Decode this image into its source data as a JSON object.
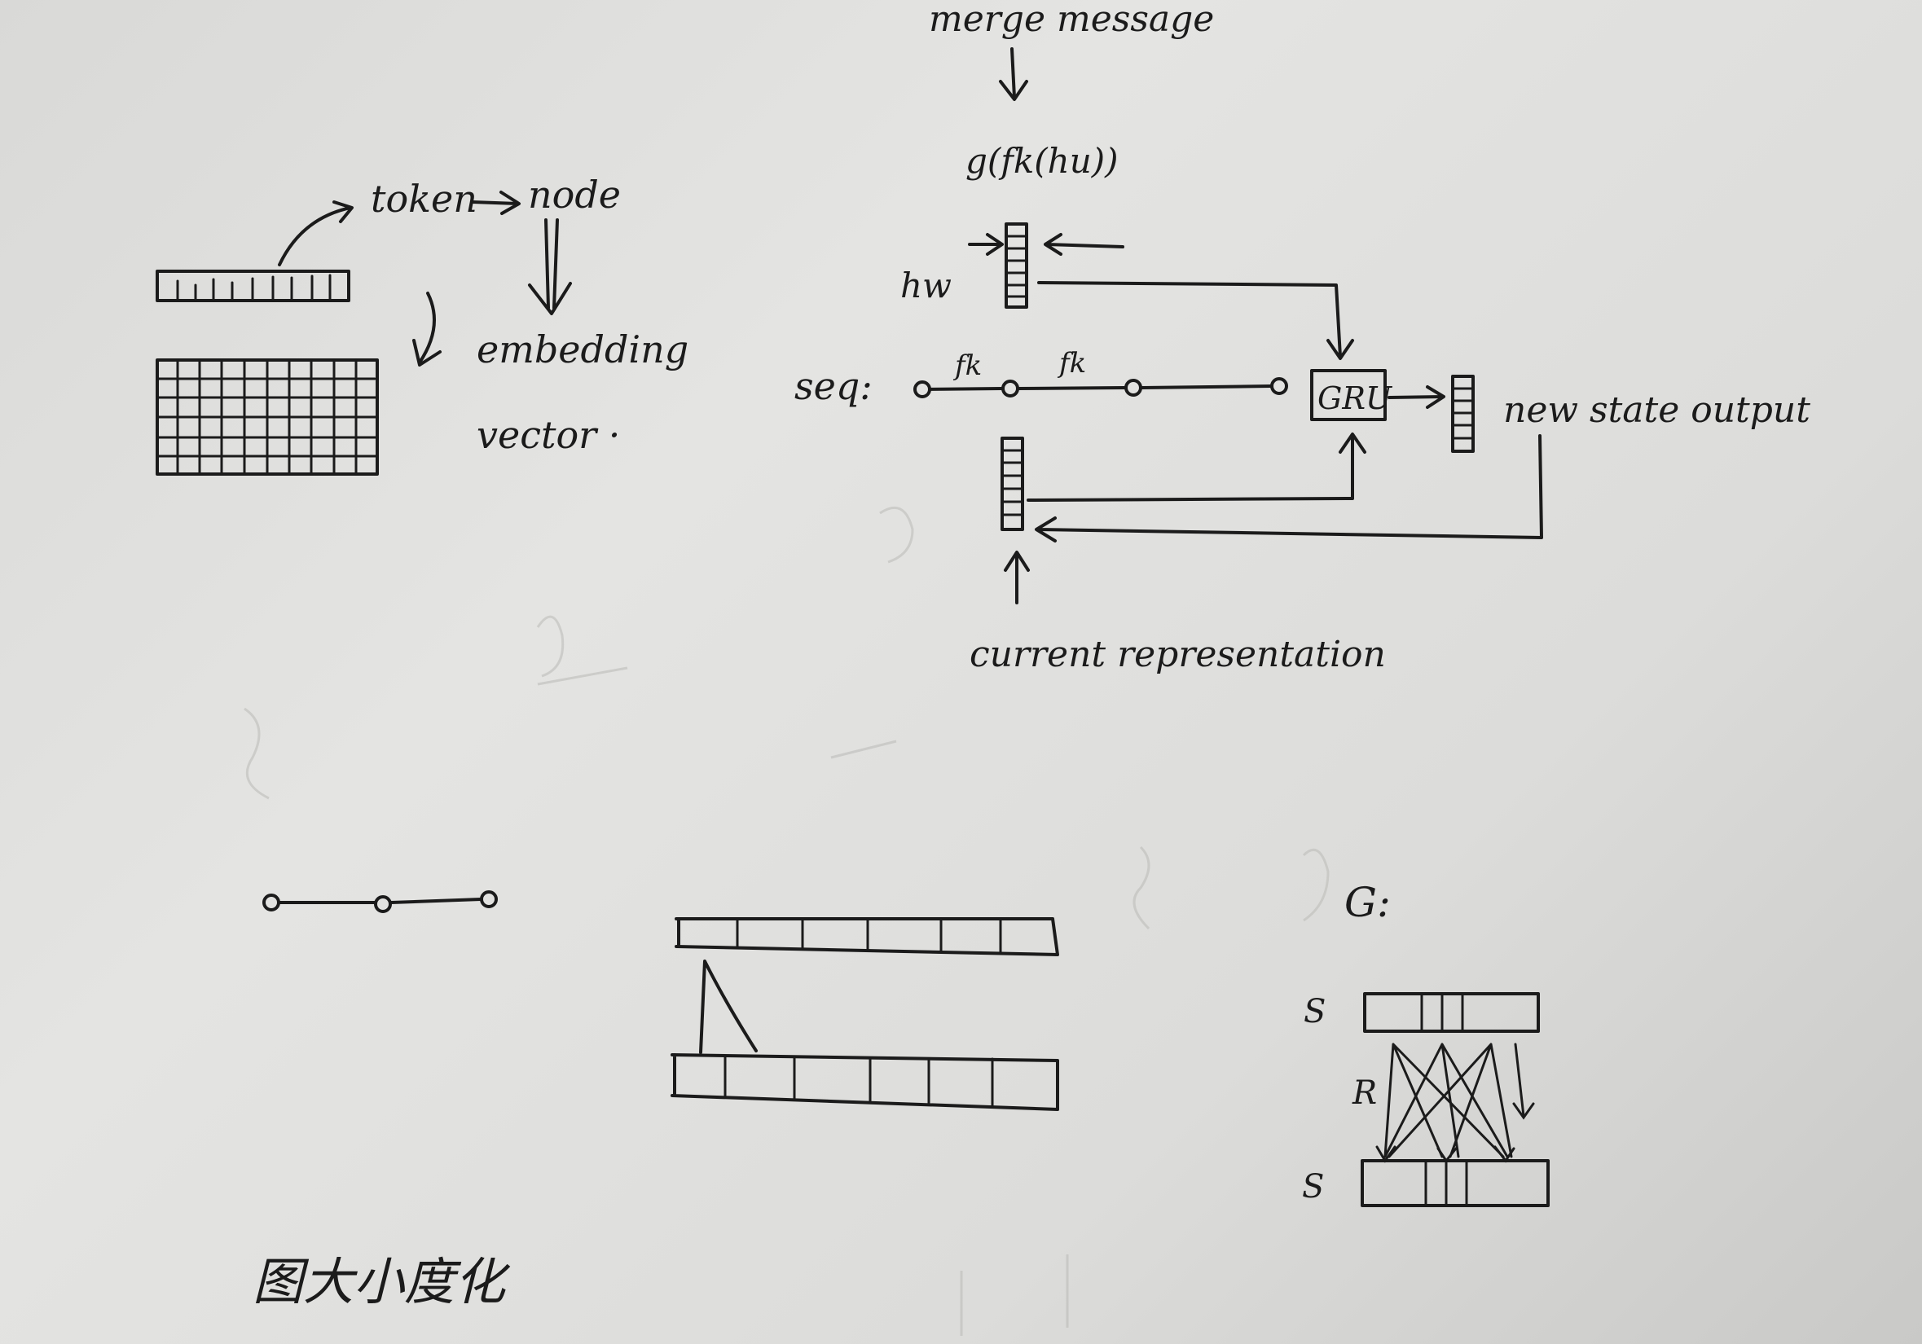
{
  "top_left": {
    "token_label": "token",
    "node_label": "node",
    "embedding_label": "embedding",
    "vector_label": "vector ·"
  },
  "top_right": {
    "merge_label": "merge message",
    "gfunc_label": "g(fk(hu))",
    "hw_label": "hw",
    "seq_label": "seq:",
    "fk_label_1": "fk",
    "fk_label_2": "fk",
    "gru_label": "GRU",
    "new_state_label": "new state output",
    "current_label": "current representation"
  },
  "bottom": {
    "g_label": "G:",
    "s_top_label": "S",
    "r_label": "R",
    "s_bottom_label": "S",
    "chinese_label": "图大小度化"
  },
  "colors": {
    "ink": "#1b1b1b",
    "paper": "#dfdfdd"
  }
}
